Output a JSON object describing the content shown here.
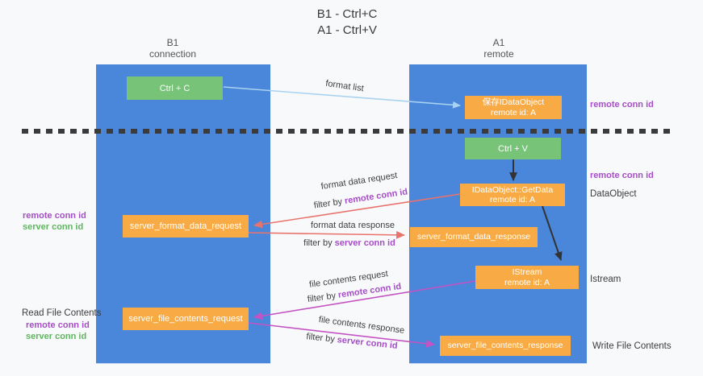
{
  "title": [
    "B1 - Ctrl+C",
    "A1 - Ctrl+V"
  ],
  "lanes": {
    "left": {
      "name": "B1",
      "sub": "connection"
    },
    "right": {
      "name": "A1",
      "sub": "remote"
    }
  },
  "nodes": {
    "ctrl_c": {
      "label": "Ctrl + C"
    },
    "save_idataobject": {
      "line1": "保存IDataObject",
      "line2": "remote id: A"
    },
    "ctrl_v": {
      "label": "Ctrl + V"
    },
    "getdata": {
      "line1": "IDataObject::GetData",
      "line2": "remote id: A"
    },
    "format_request": {
      "label": "server_format_data_request"
    },
    "format_response": {
      "label": "server_format_data_response"
    },
    "istream": {
      "line1": "IStream",
      "line2": "remote id: A"
    },
    "file_request": {
      "label": "server_file_contents_request"
    },
    "file_response": {
      "label": "server_file_contents_response"
    }
  },
  "flow_labels": {
    "format_list": "format list",
    "format_data_request": "format data request",
    "filter_remote_1": {
      "prefix": "filter by",
      "key": "remote conn id"
    },
    "format_data_response": "format data response",
    "filter_server_1": {
      "prefix": "filter by",
      "key": "server conn id"
    },
    "file_contents_request": "file contents request",
    "filter_remote_2": {
      "prefix": "filter by",
      "key": "remote conn id"
    },
    "file_contents_response": "file contents response",
    "filter_server_2": {
      "prefix": "filter by",
      "key": "server conn id"
    }
  },
  "side_labels": {
    "right_remote_1": "remote conn id",
    "right_remote_2": "remote conn id",
    "dataobject": "DataObject",
    "istream": "Istream",
    "write_file": "Write File Contents",
    "left_remote_1": "remote conn id",
    "left_server_1": "server conn id",
    "read_file": "Read File Contents",
    "left_remote_2": "remote conn id",
    "left_server_2": "server conn id"
  },
  "colors": {
    "background": "#f8f9fa",
    "lane_blue": "#4a86d9",
    "node_green": "#77c377",
    "node_orange": "#f8ab45",
    "arrow_light_blue": "#a9d3f0",
    "arrow_black": "#333333",
    "arrow_salmon": "#e8736d",
    "arrow_magenta": "#c454c4",
    "text_purple": "#a64dc8",
    "text_green": "#5cb85c"
  }
}
